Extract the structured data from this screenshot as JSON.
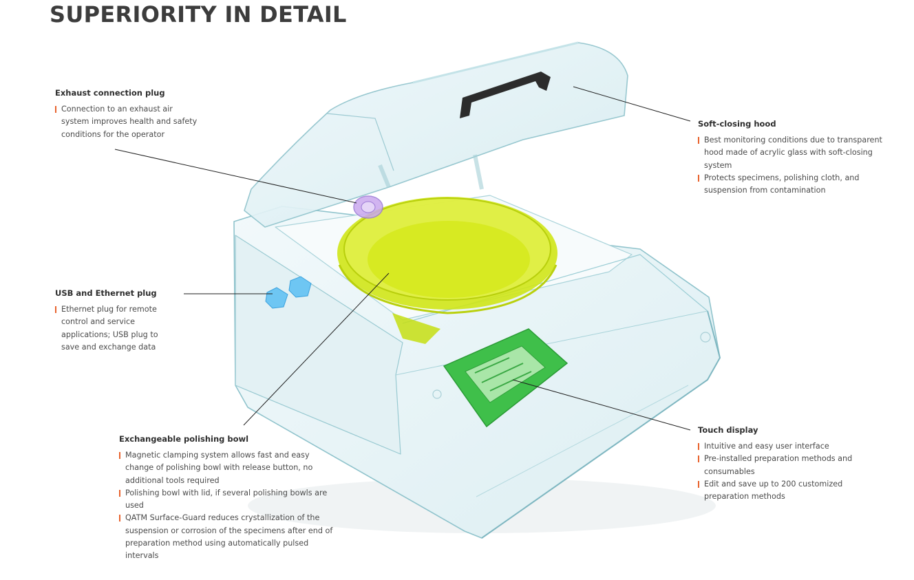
{
  "page": {
    "title": "SUPERIORITY IN DETAIL"
  },
  "colors": {
    "accent": "#e8622c",
    "bowl": "#d4ea1a",
    "display": "#3fc24a",
    "plug": "#59b8ee",
    "exhaust": "#b98ee6"
  },
  "callouts": {
    "exhaust": {
      "title": "Exhaust connection plug",
      "items": [
        "Connection to an exhaust air system improves health and safety conditions for the operator"
      ]
    },
    "hood": {
      "title": "Soft-closing hood",
      "items": [
        "Best monitoring conditions due to transparent hood made of acrylic glass with soft-closing system",
        "Protects specimens, polishing cloth, and suspension from contamination"
      ]
    },
    "usb": {
      "title": "USB and Ethernet plug",
      "items": [
        "Ethernet plug for remote control and service applications; USB plug to save and exchange data"
      ]
    },
    "bowl": {
      "title": "Exchangeable polishing bowl",
      "items": [
        "Magnetic clamping system allows fast and easy change of polishing bowl with release button, no additional tools required",
        "Polishing bowl with lid, if several polishing bowls are used",
        "QATM Surface-Guard reduces crystallization of the suspension or corrosion of the specimens after end of preparation method using automatically pulsed intervals"
      ]
    },
    "display": {
      "title": "Touch display",
      "items": [
        "Intuitive and easy user interface",
        "Pre-installed preparation methods and consumables",
        "Edit and save up to 200 customized preparation methods"
      ]
    }
  }
}
